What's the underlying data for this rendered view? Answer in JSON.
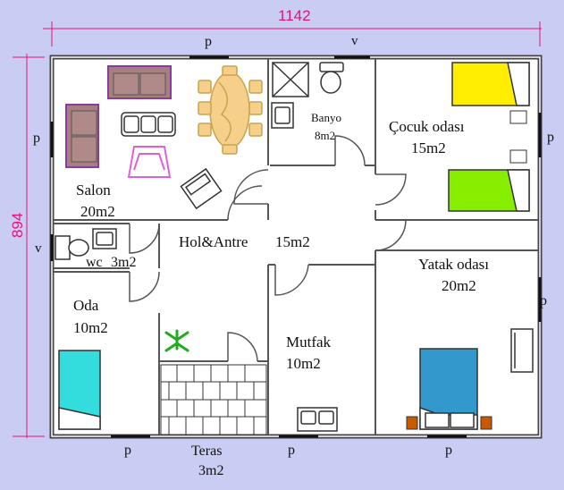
{
  "dimensions": {
    "width": "1142",
    "height": "894"
  },
  "rooms": [
    {
      "id": "salon",
      "name": "Salon",
      "area": "20m2"
    },
    {
      "id": "banyo",
      "name": "Banyo",
      "area": "8m2"
    },
    {
      "id": "cocuk",
      "name": "Çocuk odası",
      "area": "15m2"
    },
    {
      "id": "hol",
      "name": "Hol&Antre",
      "area": "15m2"
    },
    {
      "id": "wc",
      "name": "wc",
      "area": "3m2"
    },
    {
      "id": "yatak",
      "name": "Yatak odası",
      "area": "20m2"
    },
    {
      "id": "oda",
      "name": "Oda",
      "area": "10m2"
    },
    {
      "id": "mutfak",
      "name": "Mutfak",
      "area": "10m2"
    },
    {
      "id": "teras",
      "name": "Teras",
      "area": "3m2"
    }
  ],
  "markers": {
    "window": "p",
    "vent": "v"
  },
  "colors": {
    "background": "#c9cdf4",
    "dimension_line": "#e8117a",
    "child_bed_1": "#ffee00",
    "child_bed_2": "#88ee00",
    "room_bed": "#3399cc",
    "oda_bed": "#33dddd",
    "sofa": "#a87f7f",
    "plant": "#22aa22",
    "dining_table": "#f6d08a"
  }
}
